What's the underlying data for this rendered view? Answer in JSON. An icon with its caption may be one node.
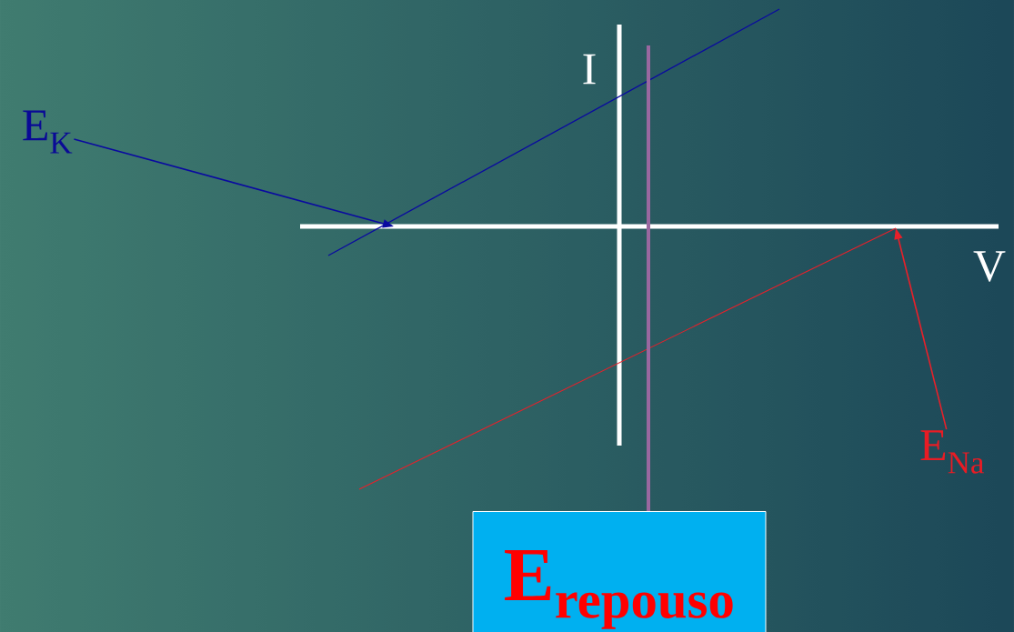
{
  "diagram": {
    "nodes": [
      {
        "text": [
          "E$_{K}$"
        ]
      },
      {
        "text": [
          "E$_{Na}$"
        ]
      },
      {
        "text": [
          "E$_{repouso}$"
        ]
      }
    ],
    "edges": [
      {
        "from": 0,
        "to": null,
        "arrow": "to",
        "color": "#0a0aa0"
      },
      {
        "from": 1,
        "to": null,
        "arrow": "to",
        "color": "#e8202a"
      },
      {
        "from": null,
        "to": 2,
        "arrow": "none",
        "style": "thick",
        "color": "#9a68a0"
      }
    ],
    "labels": [
      "I",
      "V"
    ]
  }
}
